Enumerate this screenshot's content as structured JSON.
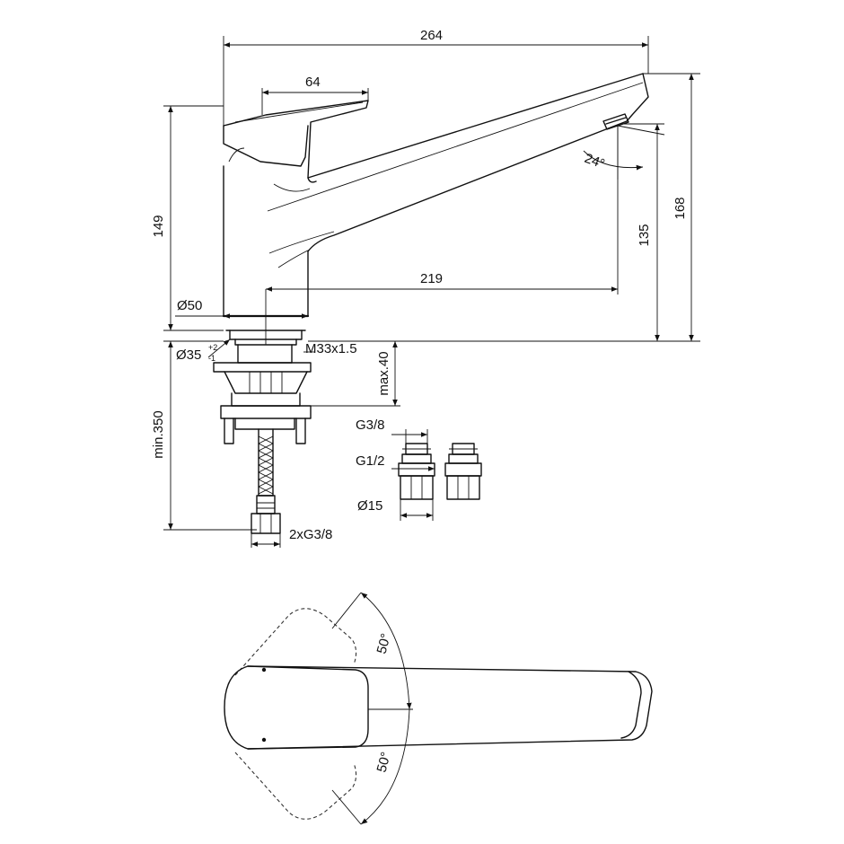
{
  "labels": {
    "d264": "264",
    "d64": "64",
    "d149": "149",
    "d168": "168",
    "d135": "135",
    "d219": "219",
    "angle24": "24°",
    "dia50": "Ø50",
    "dia35": "Ø35",
    "tol_plus": "+2",
    "tol_minus": "-1",
    "thread": "M33x1.5",
    "max40": "max.40",
    "min350": "min.350",
    "g38": "G3/8",
    "g12": "G1/2",
    "dia15": "Ø15",
    "hose": "2xG3/8",
    "angle50a": "50°",
    "angle50b": "50°"
  },
  "colors": {
    "line": "#111111",
    "background": "#ffffff"
  }
}
